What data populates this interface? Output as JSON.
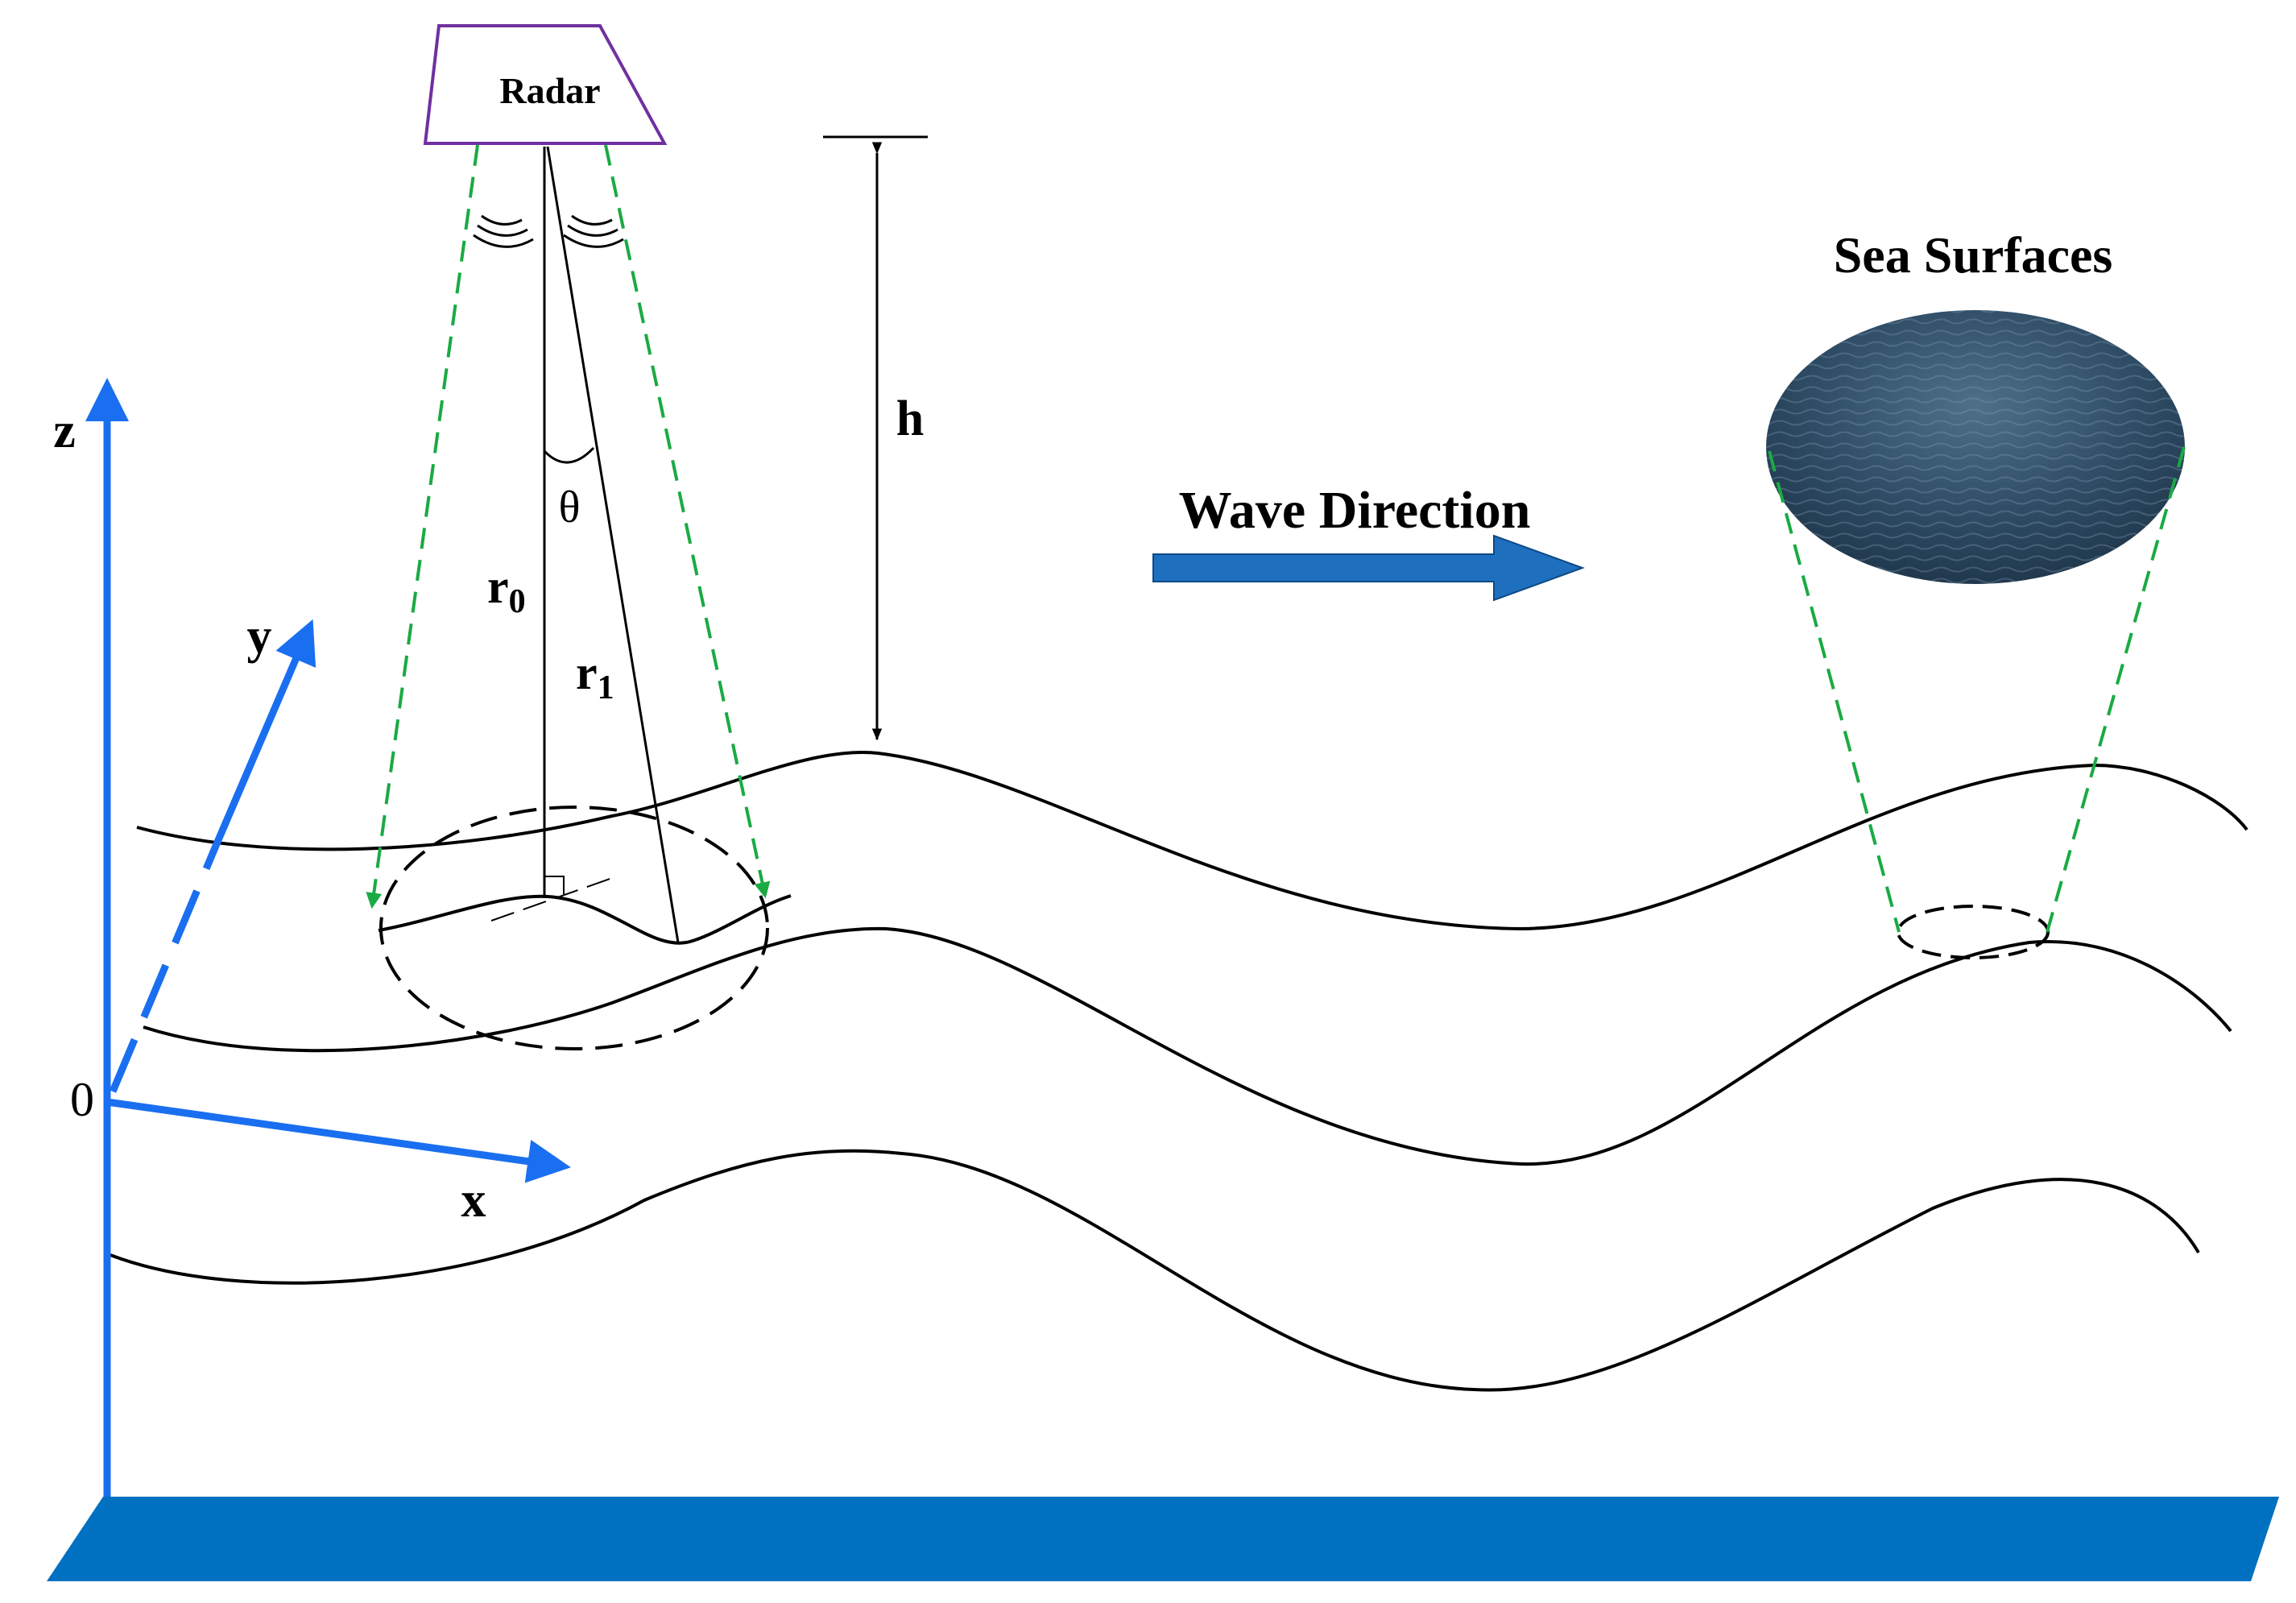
{
  "labels": {
    "radar": "Radar",
    "sea_surfaces": "Sea Surfaces",
    "wave_direction": "Wave Direction",
    "h": "h",
    "theta": "θ",
    "r0": "r",
    "r0_sub": "0",
    "r1": "r",
    "r1_sub": "1",
    "axis_z": "z",
    "axis_y": "y",
    "axis_x": "x",
    "origin": "0"
  },
  "colors": {
    "axis_blue": "#1a6ff0",
    "base_plane": "#0070c0",
    "wave_arrow": "#1f6fbf",
    "radar_outline": "#7030a0",
    "beam_green": "#1aaa44",
    "line": "#000000"
  },
  "icons": {
    "radar": "radar-trapezoid-icon",
    "signal_left": "signal-waves-icon",
    "signal_right": "signal-waves-icon",
    "sea_photo": "sea-surface-texture"
  }
}
